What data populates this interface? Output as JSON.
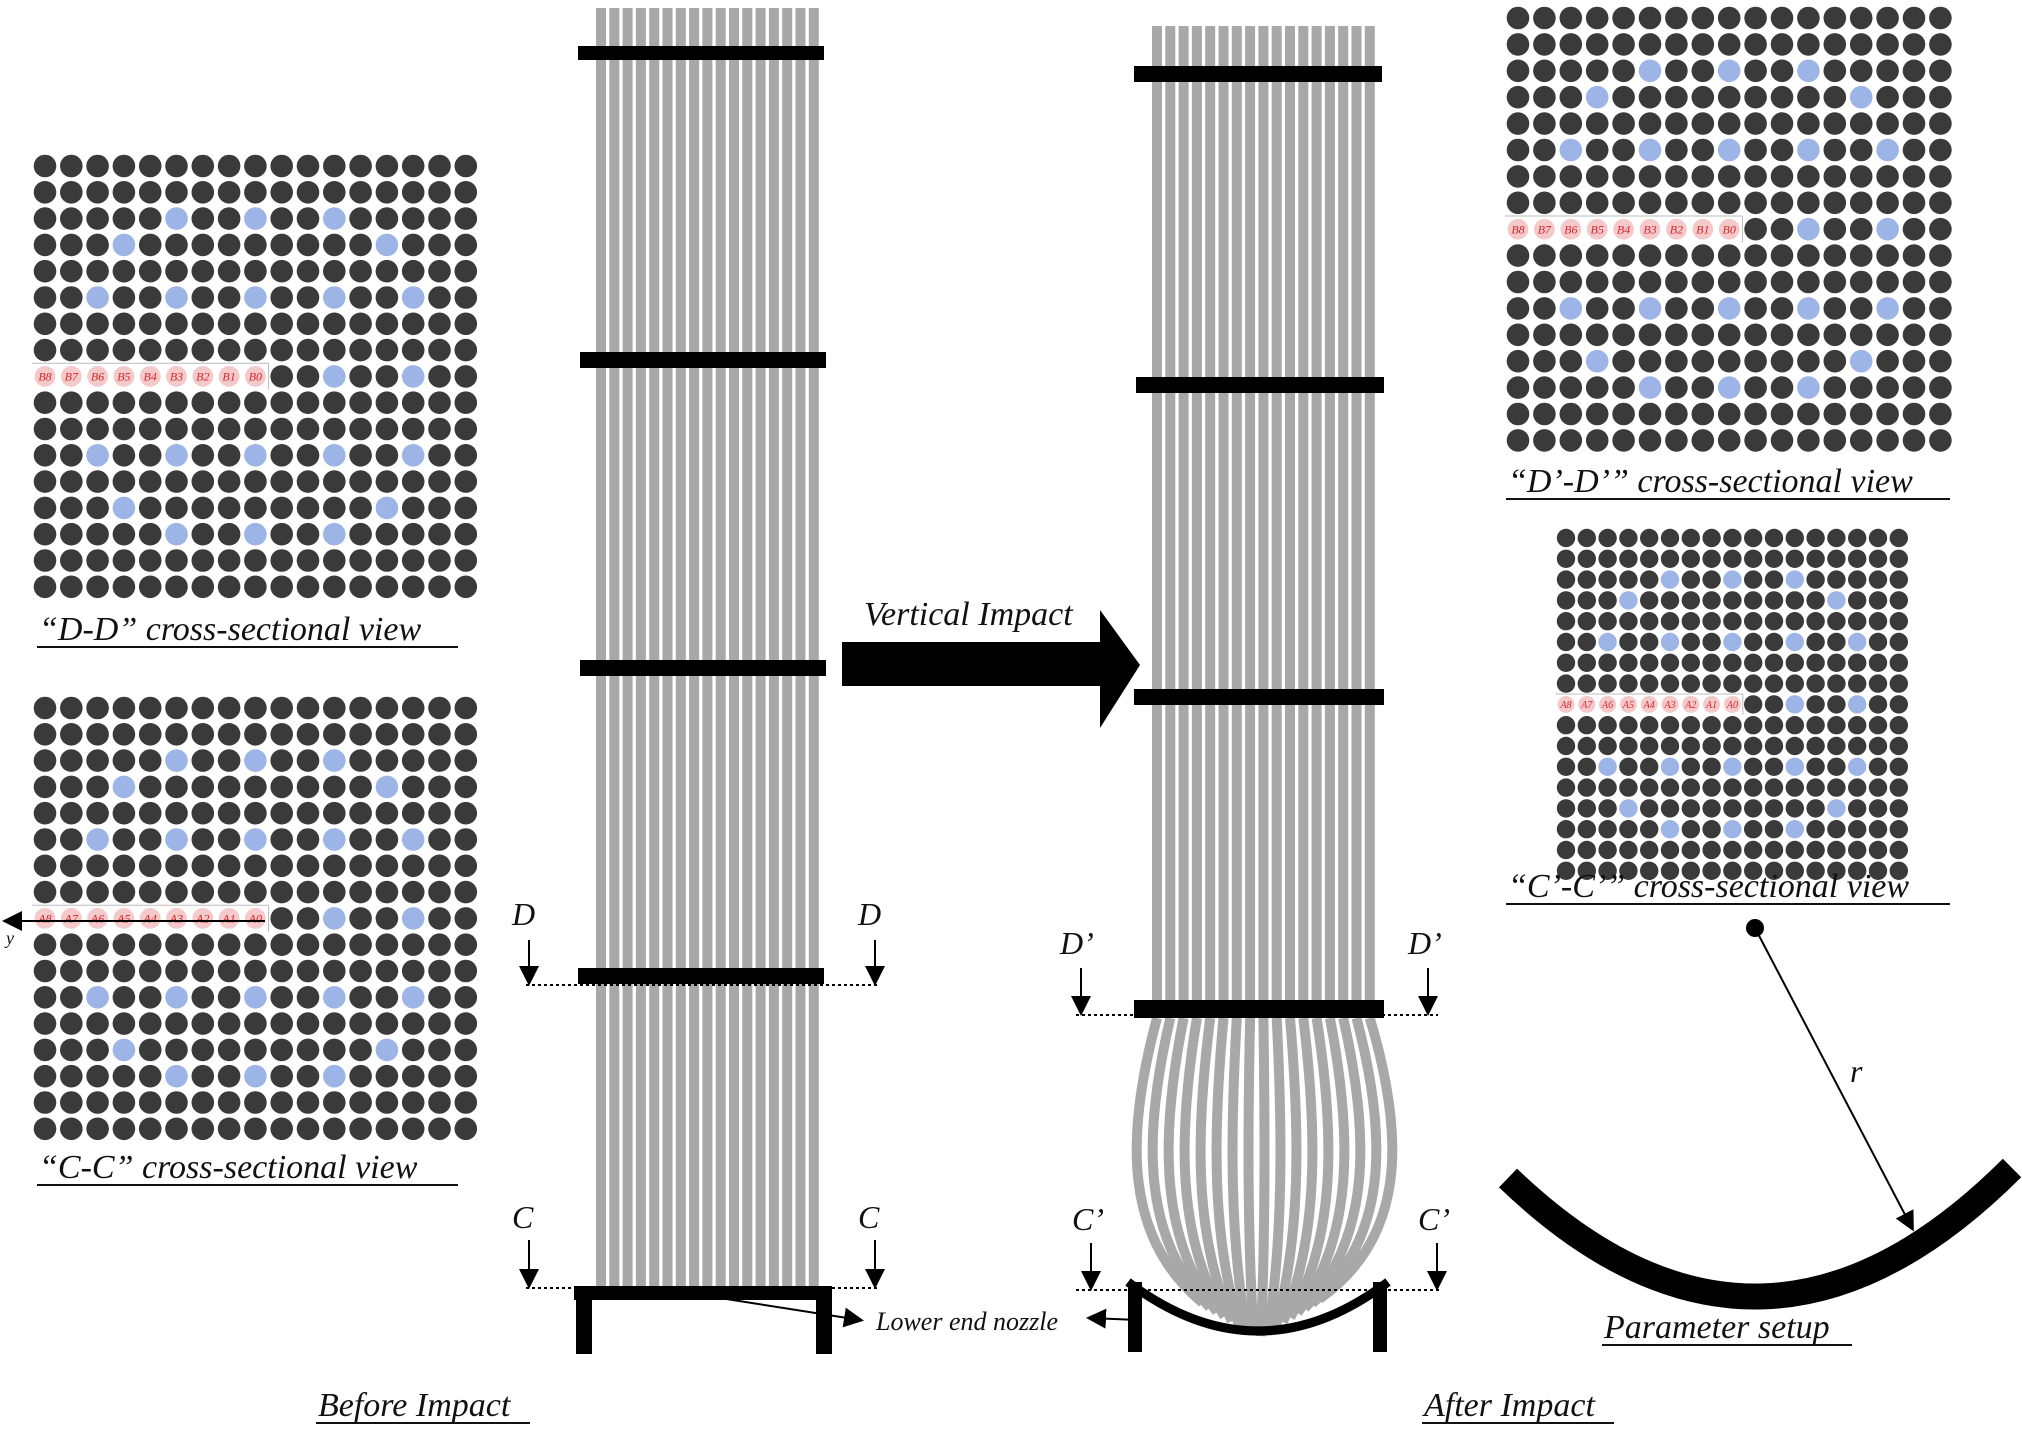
{
  "labels": {
    "dd_view": "“D-D” cross-sectional view",
    "cc_view": "“C-C” cross-sectional view",
    "dd2_view": "“D’-D’” cross-sectional view",
    "cc2_view": "“C’-C’” cross-sectional view",
    "before": "Before Impact",
    "after": "After Impact",
    "vertical_impact": "Vertical Impact",
    "lower_nozzle": "Lower end nozzle",
    "param_setup": "Parameter setup",
    "radius": "r",
    "axis_y": "y",
    "section_D": "D",
    "section_C": "C",
    "section_D2": "D’",
    "section_C2": "C’"
  },
  "b_labels": [
    "B8",
    "B7",
    "B6",
    "B5",
    "B4",
    "B3",
    "B2",
    "B1",
    "B0"
  ],
  "a_labels": [
    "A8",
    "A7",
    "A6",
    "A5",
    "A4",
    "A3",
    "A2",
    "A1",
    "A0"
  ],
  "colors": {
    "rod": "#3a3a3a",
    "guide_tube": "#9db4e6",
    "fuel_rod_side": "#a8a8a8",
    "grid": "#000000",
    "highlight_label": "#d8262c"
  },
  "grid": {
    "rows": 17,
    "cols": 17,
    "guide_tube_positions": [
      [
        2,
        5
      ],
      [
        2,
        8
      ],
      [
        2,
        11
      ],
      [
        3,
        3
      ],
      [
        3,
        13
      ],
      [
        5,
        2
      ],
      [
        5,
        5
      ],
      [
        5,
        8
      ],
      [
        5,
        11
      ],
      [
        5,
        14
      ],
      [
        8,
        2
      ],
      [
        8,
        5
      ],
      [
        8,
        11
      ],
      [
        8,
        14
      ],
      [
        11,
        2
      ],
      [
        11,
        5
      ],
      [
        11,
        8
      ],
      [
        11,
        11
      ],
      [
        11,
        14
      ],
      [
        13,
        3
      ],
      [
        13,
        13
      ],
      [
        14,
        5
      ],
      [
        14,
        8
      ],
      [
        14,
        11
      ]
    ]
  }
}
